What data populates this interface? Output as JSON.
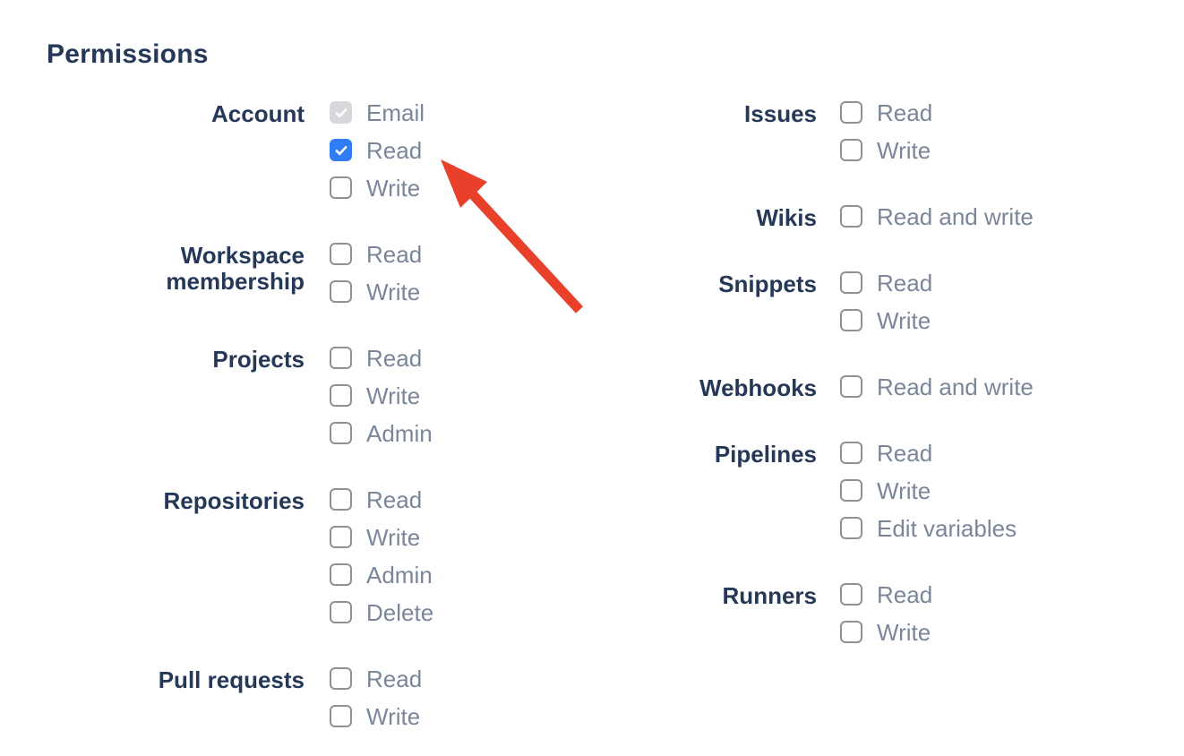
{
  "title": "Permissions",
  "colors": {
    "heading_text": "#253858",
    "option_text": "#7a869a",
    "checkbox_checked_blue": "#2f7cf6",
    "checkbox_disabled_grey": "#d7d8dc",
    "checkbox_border_grey": "#909196",
    "arrow_red": "#e9402c"
  },
  "permissions": {
    "columns": [
      {
        "name": "left",
        "groups": [
          {
            "id": "account",
            "label": "Account",
            "options": [
              {
                "label": "Email",
                "state": "checked-disabled"
              },
              {
                "label": "Read",
                "state": "checked"
              },
              {
                "label": "Write",
                "state": "unchecked"
              }
            ]
          },
          {
            "id": "workspace-membership",
            "label": "Workspace membership",
            "options": [
              {
                "label": "Read",
                "state": "unchecked"
              },
              {
                "label": "Write",
                "state": "unchecked"
              }
            ]
          },
          {
            "id": "projects",
            "label": "Projects",
            "options": [
              {
                "label": "Read",
                "state": "unchecked"
              },
              {
                "label": "Write",
                "state": "unchecked"
              },
              {
                "label": "Admin",
                "state": "unchecked"
              }
            ]
          },
          {
            "id": "repositories",
            "label": "Repositories",
            "options": [
              {
                "label": "Read",
                "state": "unchecked"
              },
              {
                "label": "Write",
                "state": "unchecked"
              },
              {
                "label": "Admin",
                "state": "unchecked"
              },
              {
                "label": "Delete",
                "state": "unchecked"
              }
            ]
          },
          {
            "id": "pull-requests",
            "label": "Pull requests",
            "options": [
              {
                "label": "Read",
                "state": "unchecked"
              },
              {
                "label": "Write",
                "state": "unchecked"
              }
            ]
          }
        ]
      },
      {
        "name": "right",
        "groups": [
          {
            "id": "issues",
            "label": "Issues",
            "options": [
              {
                "label": "Read",
                "state": "unchecked"
              },
              {
                "label": "Write",
                "state": "unchecked"
              }
            ]
          },
          {
            "id": "wikis",
            "label": "Wikis",
            "options": [
              {
                "label": "Read and write",
                "state": "unchecked"
              }
            ]
          },
          {
            "id": "snippets",
            "label": "Snippets",
            "options": [
              {
                "label": "Read",
                "state": "unchecked"
              },
              {
                "label": "Write",
                "state": "unchecked"
              }
            ]
          },
          {
            "id": "webhooks",
            "label": "Webhooks",
            "options": [
              {
                "label": "Read and write",
                "state": "unchecked"
              }
            ]
          },
          {
            "id": "pipelines",
            "label": "Pipelines",
            "options": [
              {
                "label": "Read",
                "state": "unchecked"
              },
              {
                "label": "Write",
                "state": "unchecked"
              },
              {
                "label": "Edit variables",
                "state": "unchecked"
              }
            ]
          },
          {
            "id": "runners",
            "label": "Runners",
            "options": [
              {
                "label": "Read",
                "state": "unchecked"
              },
              {
                "label": "Write",
                "state": "unchecked"
              }
            ]
          }
        ]
      }
    ]
  },
  "annotation": {
    "type": "arrow",
    "color": "#e9402c",
    "points_at": "account-read-checkbox"
  }
}
